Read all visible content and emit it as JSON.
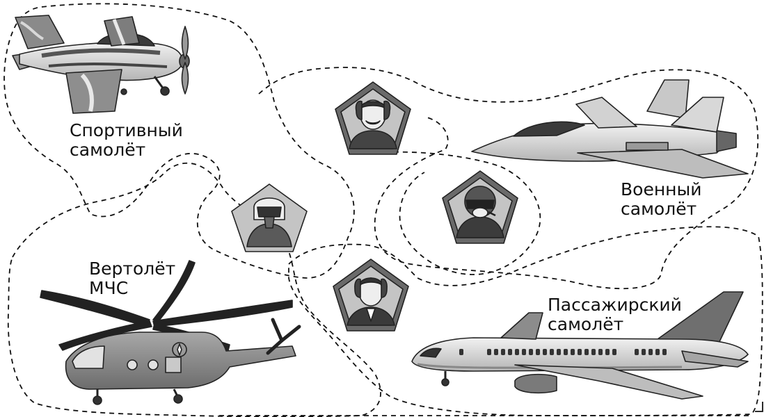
{
  "labels": {
    "sport": {
      "line1": "Спортивный",
      "line2": "самолёт"
    },
    "military": {
      "line1": "Военный",
      "line2": "самолёт"
    },
    "helicopter": {
      "line1": "Вертолёт",
      "line2": "МЧС"
    },
    "passenger": {
      "line1": "Пассажирский",
      "line2": "самолёт"
    }
  },
  "icons": {
    "sport_aircraft": "sport-airplane-icon",
    "military_aircraft": "fighter-jet-icon",
    "helicopter": "rescue-helicopter-icon",
    "passenger_aircraft": "airliner-icon",
    "pilots": [
      "sport-pilot-icon",
      "jet-pilot-icon",
      "helicopter-pilot-icon",
      "airline-pilot-icon"
    ]
  },
  "colors": {
    "line": "#111111",
    "frame_dark": "#6a6a6a",
    "frame_light": "#c4c4c4",
    "metal": "#bdbdbd",
    "metal_dark": "#7a7a7a"
  }
}
